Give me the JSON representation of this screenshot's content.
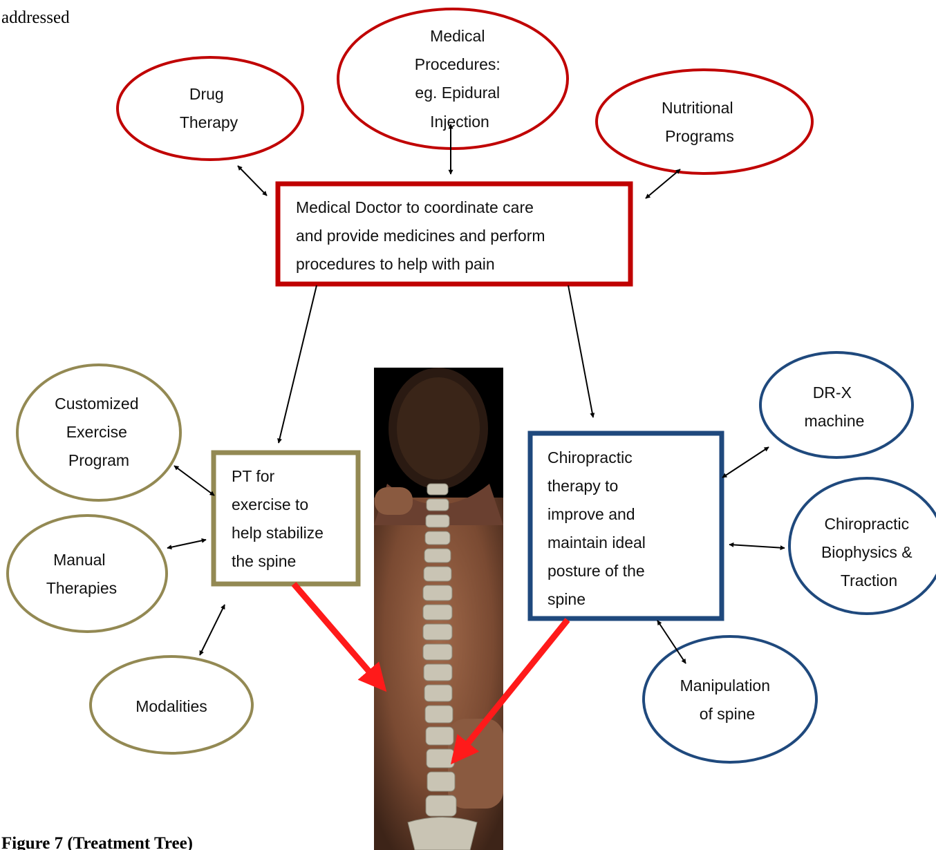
{
  "top_text": "addressed",
  "caption": "Figure 7 (Treatment Tree)",
  "colors": {
    "red": "#c00000",
    "olive": "#938953",
    "navy": "#1f497d",
    "arrow_red": "#ff1a1a"
  },
  "nodes": {
    "drug_therapy": [
      "Drug",
      "Therapy"
    ],
    "medical_procedures": [
      "Medical",
      "Procedures:",
      "eg. Epidural",
      "Injection"
    ],
    "nutritional_programs": [
      "Nutritional",
      "Programs"
    ],
    "medical_doctor": [
      "Medical Doctor to coordinate care",
      "and provide medicines and perform",
      "procedures to help with pain"
    ],
    "customized_exercise": [
      "Customized",
      "Exercise",
      "Program"
    ],
    "manual_therapies": [
      "Manual",
      "Therapies"
    ],
    "modalities": [
      "Modalities"
    ],
    "pt": [
      "PT for",
      "exercise to",
      "help stabilize",
      "the spine"
    ],
    "chiropractic_therapy": [
      "Chiropractic",
      "therapy to",
      "improve and",
      "maintain ideal",
      "posture of the",
      "spine"
    ],
    "drx_machine": [
      "DR-X",
      "machine"
    ],
    "chiropractic_biophysics": [
      "Chiropractic",
      "Biophysics &",
      "Traction"
    ],
    "manipulation": [
      "Manipulation",
      "of spine"
    ]
  }
}
